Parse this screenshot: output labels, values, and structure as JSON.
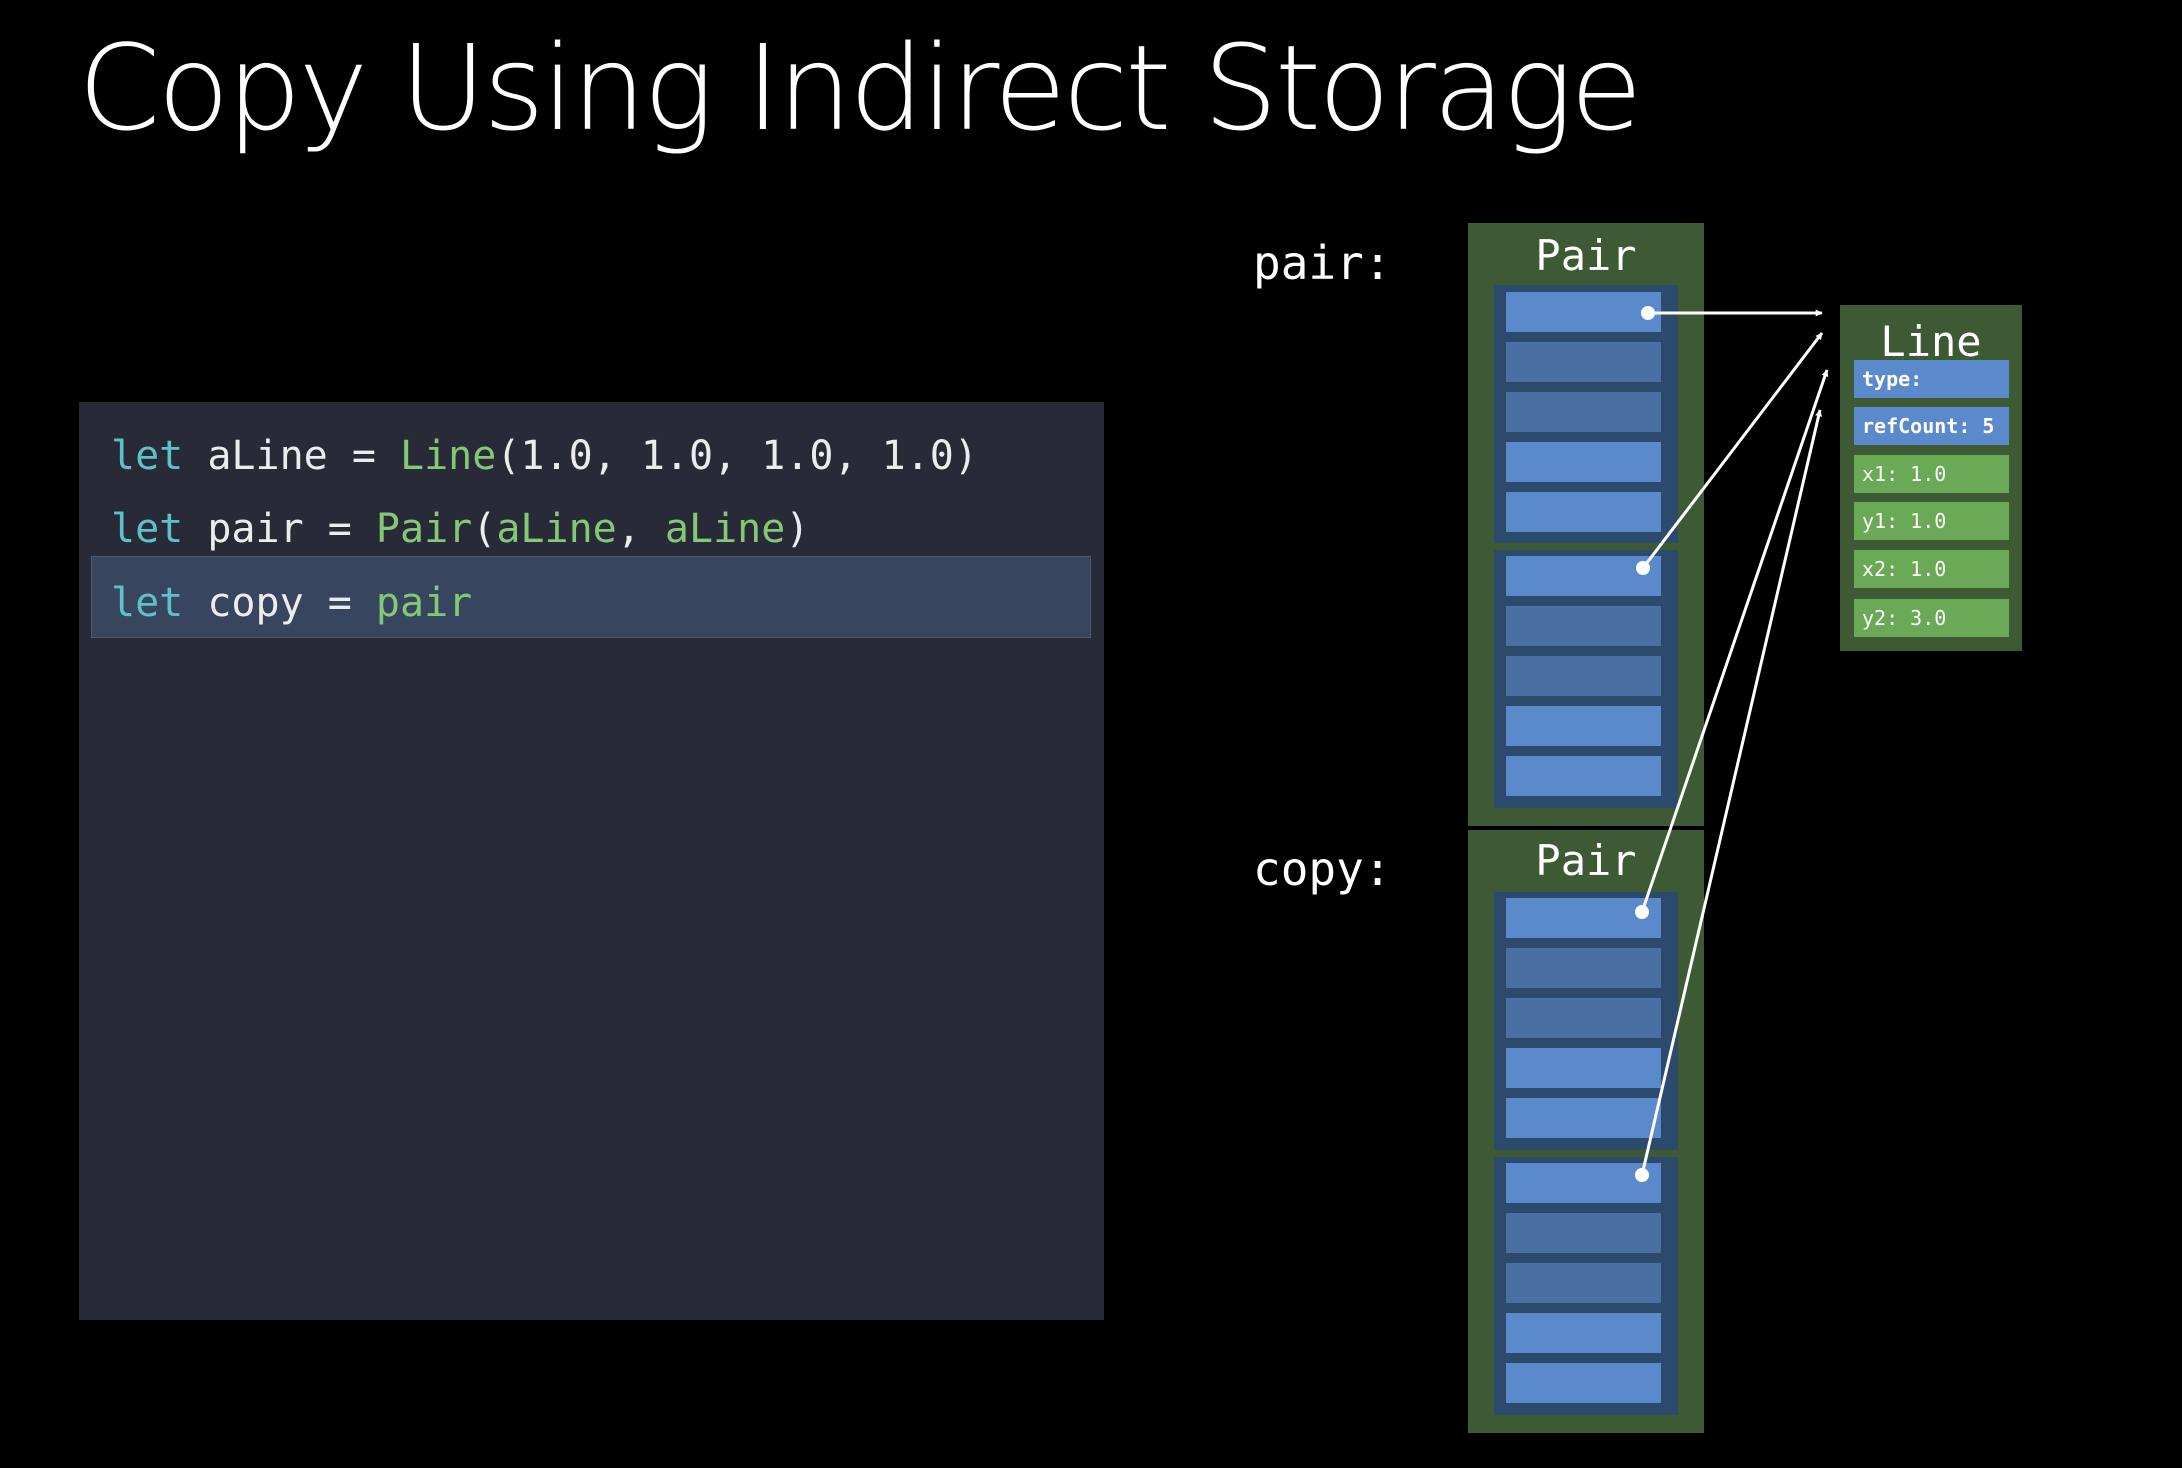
{
  "title": "Copy Using Indirect Storage",
  "code": {
    "lines": [
      [
        {
          "t": "let",
          "c": "kw"
        },
        {
          "t": " aLine = ",
          "c": "plain"
        },
        {
          "t": "Line",
          "c": "ty"
        },
        {
          "t": "(1.0, 1.0, 1.0, 1.0)",
          "c": "plain"
        }
      ],
      [
        {
          "t": "let",
          "c": "kw"
        },
        {
          "t": " pair = ",
          "c": "plain"
        },
        {
          "t": "Pair",
          "c": "ty"
        },
        {
          "t": "(",
          "c": "plain"
        },
        {
          "t": "aLine",
          "c": "ty"
        },
        {
          "t": ", ",
          "c": "plain"
        },
        {
          "t": "aLine",
          "c": "ty"
        },
        {
          "t": ")",
          "c": "plain"
        }
      ],
      [
        {
          "t": "let",
          "c": "kw"
        },
        {
          "t": " copy = ",
          "c": "plain"
        },
        {
          "t": "pair",
          "c": "ty"
        }
      ]
    ],
    "highlighted_line": 3
  },
  "diagram": {
    "pair_label": "pair:",
    "copy_label": "copy:",
    "pair_box_title": "Pair",
    "copy_box_title": "Pair",
    "line_box": {
      "title": "Line",
      "fields": [
        {
          "text": "type:",
          "kind": "header"
        },
        {
          "text": "refCount: 5",
          "kind": "header"
        },
        {
          "text": "x1: 1.0",
          "kind": "value"
        },
        {
          "text": "y1: 1.0",
          "kind": "value"
        },
        {
          "text": "x2: 1.0",
          "kind": "value"
        },
        {
          "text": "y2: 3.0",
          "kind": "value"
        }
      ]
    }
  },
  "colors": {
    "background": "#000000",
    "code_panel": "#282a37",
    "keyword": "#5ec1c9",
    "type_name": "#83c875",
    "struct_fill": "#3d5a34",
    "cell_blue": "#5a8acb",
    "field_green": "#6aa955"
  }
}
